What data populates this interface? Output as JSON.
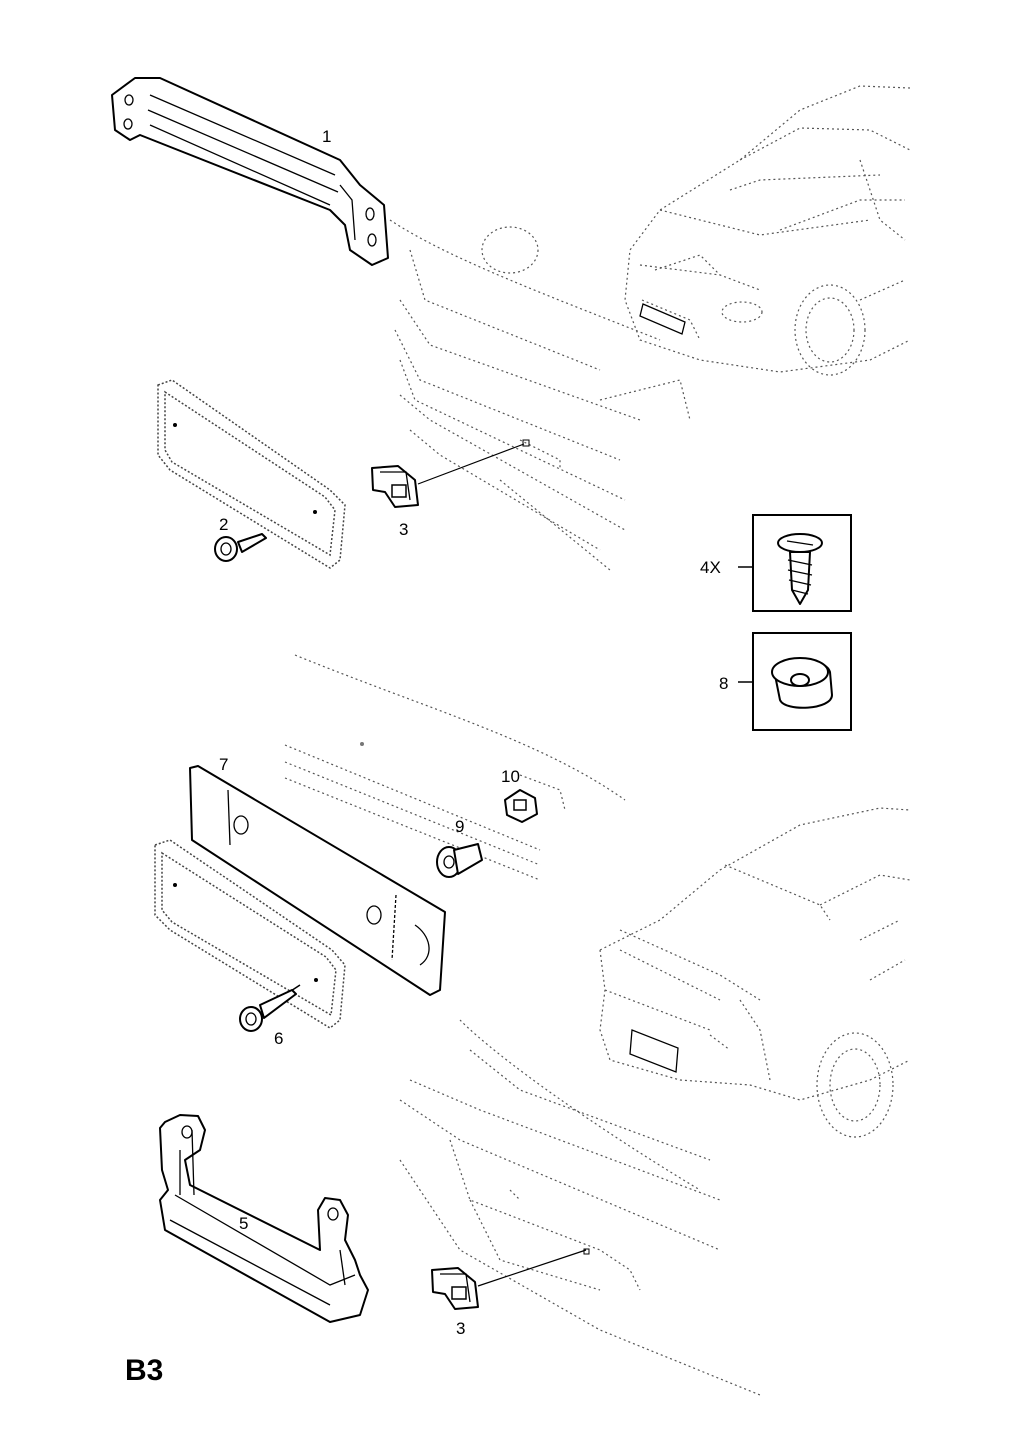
{
  "page_code": "B3",
  "callouts": {
    "c1": "1",
    "c2": "2",
    "c3_top": "3",
    "c4": "4X",
    "c5": "5",
    "c6": "6",
    "c7": "7",
    "c8": "8",
    "c9": "9",
    "c10": "10",
    "c3_bottom": "3"
  },
  "icons": [
    "front-car-icon",
    "rear-car-icon",
    "screw-icon",
    "clip-nut-icon",
    "grommet-icon",
    "rivet-icon"
  ]
}
